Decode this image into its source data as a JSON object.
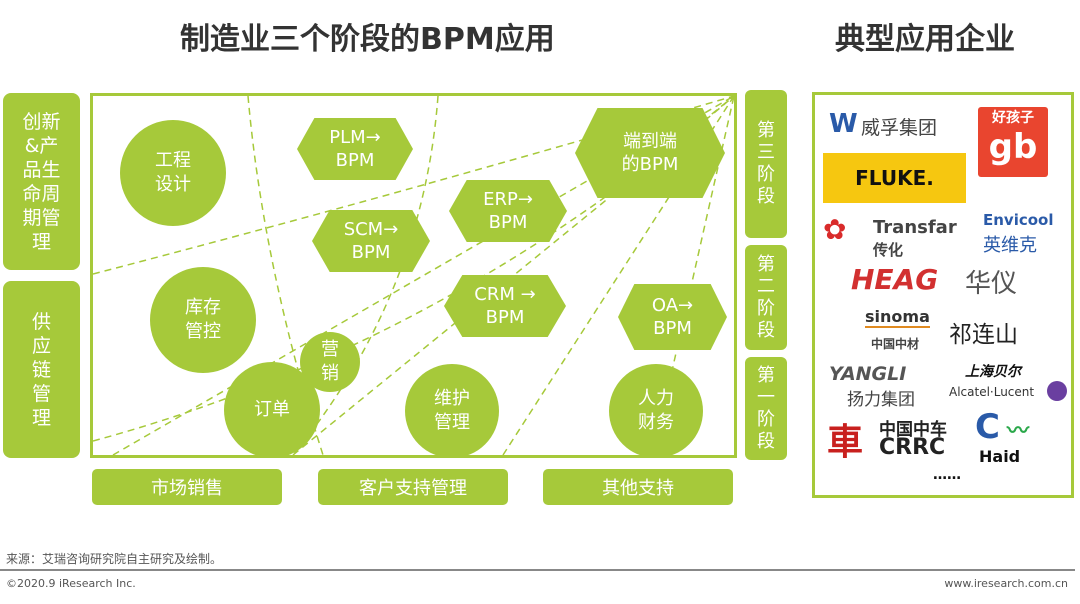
{
  "title": "制造业三个阶段的BPM应用",
  "right_title": "典型应用企业",
  "left_labels": [
    "创新&产品生命周期管理",
    "供应链管理"
  ],
  "stages": [
    "第三阶段",
    "第二阶段",
    "第一阶段"
  ],
  "bottom": [
    "市场销售",
    "客户支持管理",
    "其他支持"
  ],
  "circles": [
    "工程设计",
    "库存管控",
    "营销",
    "订单",
    "维护管理",
    "人力财务"
  ],
  "hexagons": [
    "PLM→ BPM",
    "SCM→ BPM",
    "ERP→ BPM",
    "CRM → BPM",
    "端到端 的BPM",
    "OA→ BPM"
  ],
  "companies": {
    "weifu": "威孚集团",
    "gb_top": "好孩子",
    "gb": "gb",
    "fluke": "FLUKE.",
    "transfar": "Transfar",
    "transfar_cn": "传化",
    "envicool": "Envicool",
    "envicool_cn": "英维克",
    "heag": "HEAG",
    "heag_cn": "华仪",
    "sinoma": "sinoma",
    "sinoma_cn": "中国中材",
    "qilian": "祁连山",
    "yangli": "YANGLI",
    "yangli_cn": "扬力集团",
    "shbell": "上海贝尔",
    "alcatel": "Alcatel·Lucent",
    "crrc_cn": "中国中车",
    "crrc": "CRRC",
    "haid": "Haid",
    "more": "……"
  },
  "colors": {
    "green": "#a6c93a"
  },
  "footer": {
    "source": "来源：艾瑞咨询研究院自主研究及绘制。",
    "copyright": "©2020.9 iResearch Inc.",
    "url": "www.iresearch.com.cn"
  }
}
